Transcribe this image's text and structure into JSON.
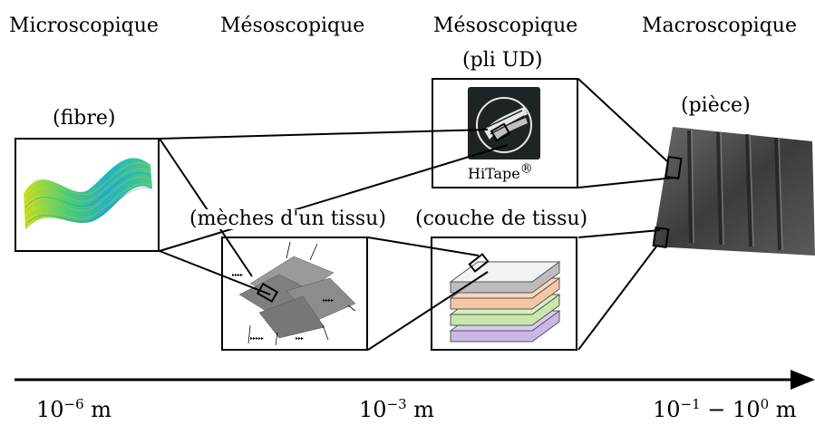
{
  "columns": {
    "micro": "Microscopique",
    "meso1": "Mésoscopique",
    "meso2": "Mésoscopique",
    "macro": "Macroscopique"
  },
  "labels": {
    "fibre": "(fibre)",
    "pli": "(pli UD)",
    "piece": "(pièce)",
    "meches": "(mèches d'un tissu)",
    "couche": "(couche de tissu)",
    "hitape": "HiTape",
    "hitape_mark": "®"
  },
  "scale": {
    "left_base": "10",
    "left_exp": "−6",
    "left_unit": " m",
    "mid_base": "10",
    "mid_exp": "−3",
    "mid_unit": " m",
    "right_base1": "10",
    "right_exp1": "−1",
    "right_sep": " − ",
    "right_base2": "10",
    "right_exp2": "0",
    "right_unit": " m"
  }
}
